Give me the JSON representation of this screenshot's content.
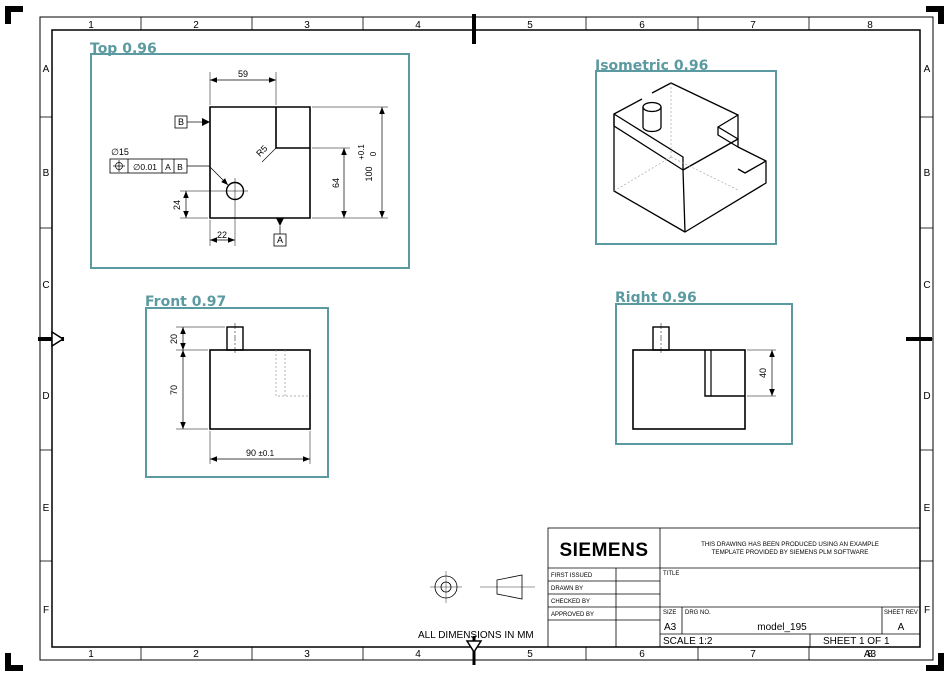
{
  "border": {
    "columns": [
      "1",
      "2",
      "3",
      "4",
      "5",
      "6",
      "7",
      "8"
    ],
    "rows": [
      "A",
      "B",
      "C",
      "D",
      "E",
      "F"
    ]
  },
  "detections": [
    {
      "label": "Top",
      "score": "0.96"
    },
    {
      "label": "Isometric",
      "score": "0.96"
    },
    {
      "label": "Front",
      "score": "0.97"
    },
    {
      "label": "Right",
      "score": "0.96"
    }
  ],
  "detection_color": "#5b9aa0",
  "views": {
    "top": {
      "dim_width": "59",
      "dim_radius": "R5",
      "dim_height": "64",
      "dim_overall": "100",
      "tol_upper": "+0.1",
      "tol_lower": "0",
      "dim_hole_y": "24",
      "dim_hole_x": "22",
      "datum_b": "B",
      "datum_a": "A",
      "hole_dia": "∅15",
      "fcf_tolerance": "∅0.01",
      "fcf_datum1": "A",
      "fcf_datum2": "B"
    },
    "front": {
      "dim_boss": "20",
      "dim_height": "70",
      "dim_width": "90",
      "dim_width_tol": "±0.1"
    },
    "right": {
      "dim_step": "40"
    }
  },
  "note": "ALL DIMENSIONS IN MM",
  "title_block": {
    "logo": "SIEMENS",
    "disclaimer_line1": "THIS DRAWING HAS BEEN PRODUCED USING AN EXAMPLE",
    "disclaimer_line2": "TEMPLATE PROVIDED BY SIEMENS PLM SOFTWARE",
    "first_issued": "FIRST ISSUED",
    "drawn_by": "DRAWN BY",
    "checked_by": "CHECKED BY",
    "approved_by": "APPROVED BY",
    "title_label": "TITLE",
    "size_label": "SIZE",
    "size_value": "A3",
    "drg_no_label": "DRG NO.",
    "drg_no_value": "model_195",
    "sheet_rev_label": "SHEET REV",
    "sheet_rev_value": "A",
    "scale": "SCALE 1:2",
    "sheet": "SHEET 1 OF 1",
    "sheet_size": "A3"
  }
}
